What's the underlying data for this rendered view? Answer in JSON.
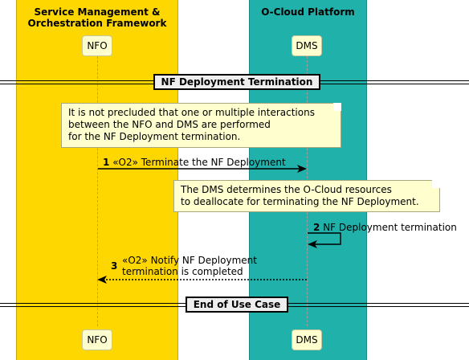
{
  "lanes": {
    "smo_title_1": "Service Management &",
    "smo_title_2": "Orchestration Framework",
    "ocloud_title": "O-Cloud Platform",
    "smo_color": "#ffd700",
    "ocloud_color": "#20b2aa"
  },
  "participants": {
    "nfo": "NFO",
    "dms": "DMS"
  },
  "dividers": {
    "start": "NF Deployment Termination",
    "end": "End of Use Case"
  },
  "notes": {
    "note1": [
      "It is not precluded that one or multiple interactions",
      "between the NFO and DMS are performed",
      "for the NF Deployment termination."
    ],
    "note2": [
      "The DMS determines the O-Cloud resources",
      "to deallocate for terminating the NF Deployment."
    ]
  },
  "messages": [
    {
      "number": "1",
      "text": "«O2» Terminate the NF Deployment"
    },
    {
      "number": "2",
      "text": "NF Deployment termination"
    },
    {
      "number": "3",
      "lines": [
        "«O2» Notify NF Deployment",
        "termination is completed"
      ]
    }
  ]
}
